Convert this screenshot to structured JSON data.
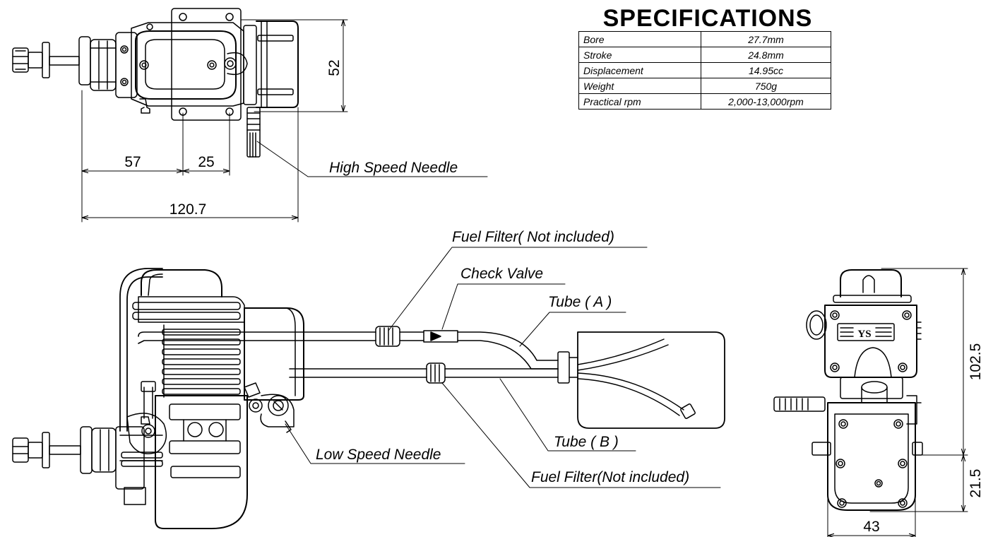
{
  "specifications": {
    "title": "SPECIFICATIONS",
    "rows": [
      {
        "label": "Bore",
        "value": "27.7mm"
      },
      {
        "label": "Stroke",
        "value": "24.8mm"
      },
      {
        "label": "Displacement",
        "value": "14.95cc"
      },
      {
        "label": "Weight",
        "value": "750g"
      },
      {
        "label": "Practical rpm",
        "value": "2,000-13,000rpm"
      }
    ]
  },
  "dimensions": {
    "top_height": "52",
    "mount_offset": "57",
    "mount_spacing": "25",
    "overall_length": "120.7",
    "side_height": "102.5",
    "side_lower": "21.5",
    "side_width": "43"
  },
  "labels": {
    "high_speed_needle": "High Speed Needle",
    "fuel_filter_top": "Fuel Filter( Not included)",
    "check_valve": "Check Valve",
    "tube_a": "Tube ( A )",
    "tube_b": "Tube ( B )",
    "low_speed_needle": "Low Speed Needle",
    "fuel_filter_bottom": "Fuel Filter(Not included)"
  },
  "side_view": {
    "logo": "YS"
  }
}
